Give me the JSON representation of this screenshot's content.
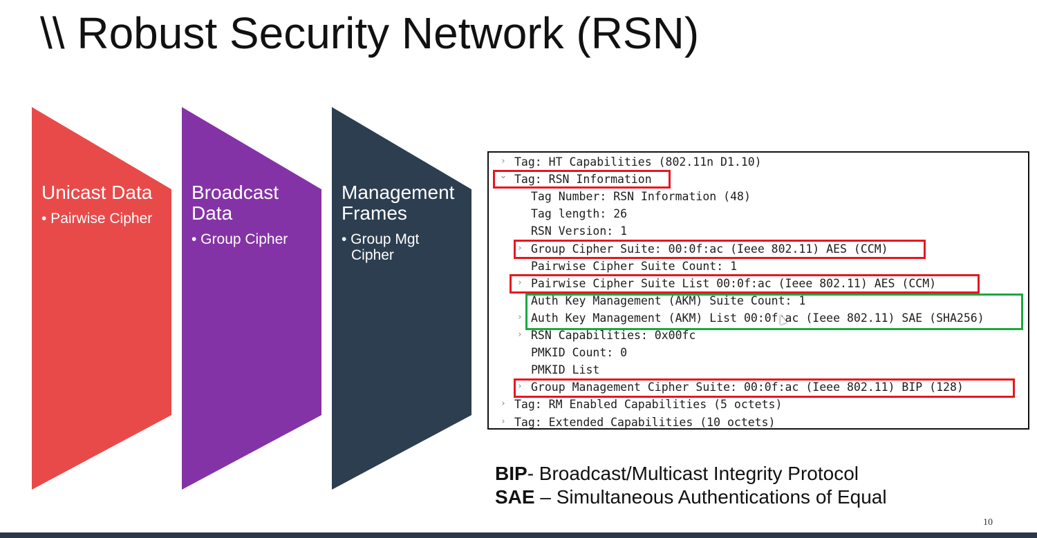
{
  "slide": {
    "title": "\\\\ Robust Security Network (RSN)",
    "page_number": "10"
  },
  "shapes": [
    {
      "label_line1": "Unicast Data",
      "label_line2": "",
      "bullet_line1": "• Pairwise Cipher",
      "bullet_line2": "",
      "color": "#e84a4a"
    },
    {
      "label_line1": "Broadcast",
      "label_line2": "Data",
      "bullet_line1": "• Group Cipher",
      "bullet_line2": "",
      "color": "#8433a6"
    },
    {
      "label_line1": "Management",
      "label_line2": "Frames",
      "bullet_line1": "• Group Mgt",
      "bullet_line2": "Cipher",
      "color": "#2c3e50"
    }
  ],
  "capture": {
    "rows": [
      {
        "chevron": ">",
        "text": "Tag: HT Capabilities (802.11n D1.10)"
      },
      {
        "chevron": "v",
        "text": "Tag: RSN Information"
      },
      {
        "chevron": "",
        "text": "Tag Number: RSN Information (48)"
      },
      {
        "chevron": "",
        "text": "Tag length: 26"
      },
      {
        "chevron": "",
        "text": "RSN Version: 1"
      },
      {
        "chevron": ">",
        "text": "Group Cipher Suite: 00:0f:ac (Ieee 802.11) AES (CCM)"
      },
      {
        "chevron": "",
        "text": "Pairwise Cipher Suite Count: 1"
      },
      {
        "chevron": ">",
        "text": "Pairwise Cipher Suite List 00:0f:ac (Ieee 802.11) AES (CCM)"
      },
      {
        "chevron": "",
        "text": "Auth Key Management (AKM) Suite Count: 1"
      },
      {
        "chevron": ">",
        "text": "Auth Key Management (AKM) List 00:0f:ac (Ieee 802.11) SAE (SHA256)"
      },
      {
        "chevron": ">",
        "text": "RSN Capabilities: 0x00fc"
      },
      {
        "chevron": "",
        "text": "PMKID Count: 0"
      },
      {
        "chevron": "",
        "text": "PMKID List"
      },
      {
        "chevron": ">",
        "text": "Group Management Cipher Suite: 00:0f:ac (Ieee 802.11) BIP (128)"
      },
      {
        "chevron": ">",
        "text": "Tag: RM Enabled Capabilities (5 octets)"
      },
      {
        "chevron": ">",
        "text": "Tag: Extended Capabilities (10 octets)"
      }
    ],
    "highlight_colors": {
      "red": "#e8161f",
      "green": "#1aa83f"
    }
  },
  "legend": {
    "bip_abbr": "BIP",
    "bip_def": "- Broadcast/Multicast Integrity Protocol",
    "sae_abbr": "SAE",
    "sae_def": " – Simultaneous Authentications of Equal"
  }
}
